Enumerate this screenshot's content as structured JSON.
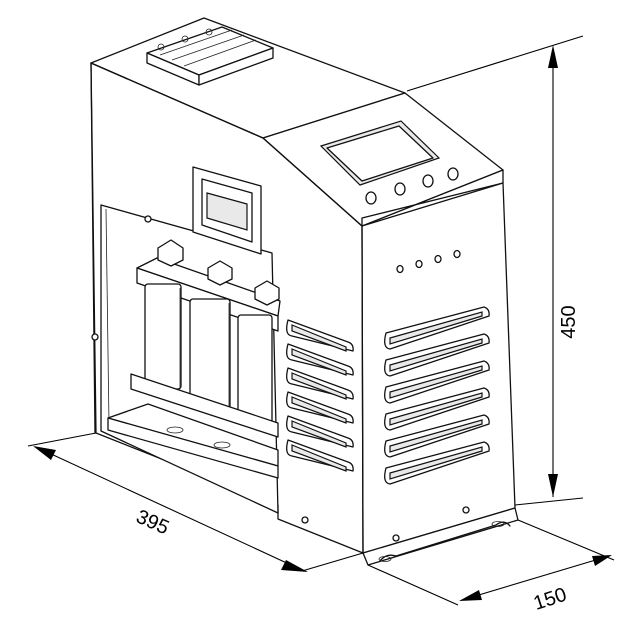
{
  "drawing": {
    "dimensions": {
      "height": "450",
      "length": "395",
      "depth": "150"
    },
    "display_indicators": 4,
    "front_indicators": 4,
    "vent_slots_side": 6,
    "vent_slots_front": 6
  }
}
